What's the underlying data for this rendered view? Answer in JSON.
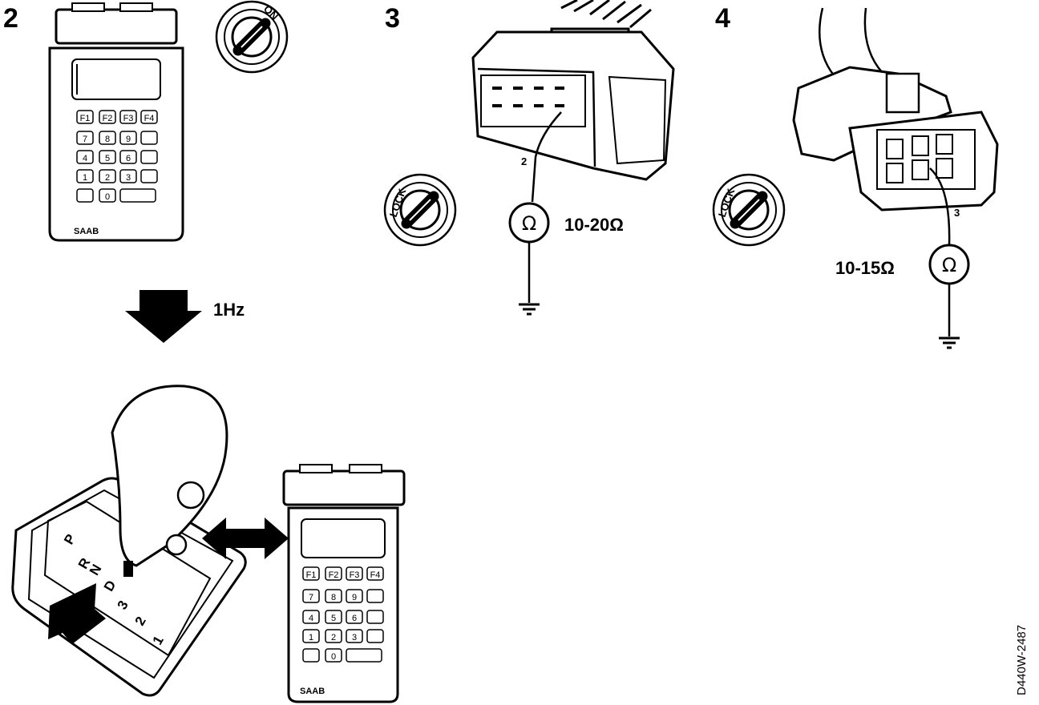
{
  "steps": [
    {
      "number": "2",
      "arrow_label": "1Hz",
      "ignition_switch": "ON"
    },
    {
      "number": "3",
      "ignition_switch": "LOCK",
      "pin": "2",
      "meter_symbol": "Ω",
      "resistance": "10-20Ω"
    },
    {
      "number": "4",
      "ignition_switch": "LOCK",
      "pin": "3",
      "meter_symbol": "Ω",
      "resistance": "10-15Ω"
    }
  ],
  "tester": {
    "brand": "SAAB",
    "keys": [
      "F1",
      "F2",
      "F3",
      "F4",
      "7",
      "8",
      "9",
      "",
      "4",
      "5",
      "6",
      "",
      "1",
      "2",
      "3",
      "",
      "",
      "0",
      ""
    ]
  },
  "selector": {
    "gears": [
      "P",
      "R",
      "N",
      "D",
      "3",
      "2",
      "1"
    ]
  },
  "drawing_code": "D440W-2487"
}
